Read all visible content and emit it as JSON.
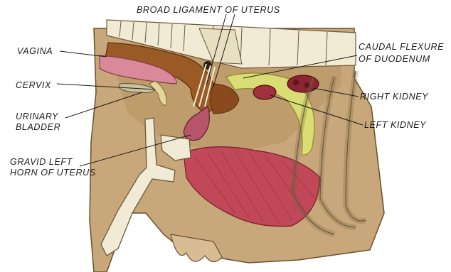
{
  "labels": {
    "broad_ligament": "BROAD LIGAMENT OF UTERUS",
    "vagina": "VAGINA",
    "caudal_flexure_1": "CAUDAL FLEXURE",
    "caudal_flexure_2": "OF DUODENUM",
    "cervix": "CERVIX",
    "right_kidney": "RIGHT KIDNEY",
    "urinary_1": "URINARY",
    "urinary_2": "BLADDER",
    "left_kidney": "LEFT KIDNEY",
    "gravid_1": "GRAVID LEFT",
    "gravid_2": "HORN OF UTERUS"
  },
  "colors": {
    "body_tan": "#c8a77a",
    "cavity": "#b89461",
    "bone": "#f1ead4",
    "muscle": "#c04858",
    "uterus_brown": "#9a5a26",
    "vagina_pink": "#d98a9a",
    "duodenum_yellow": "#d9dd73",
    "kidney_red": "#8e2431"
  }
}
